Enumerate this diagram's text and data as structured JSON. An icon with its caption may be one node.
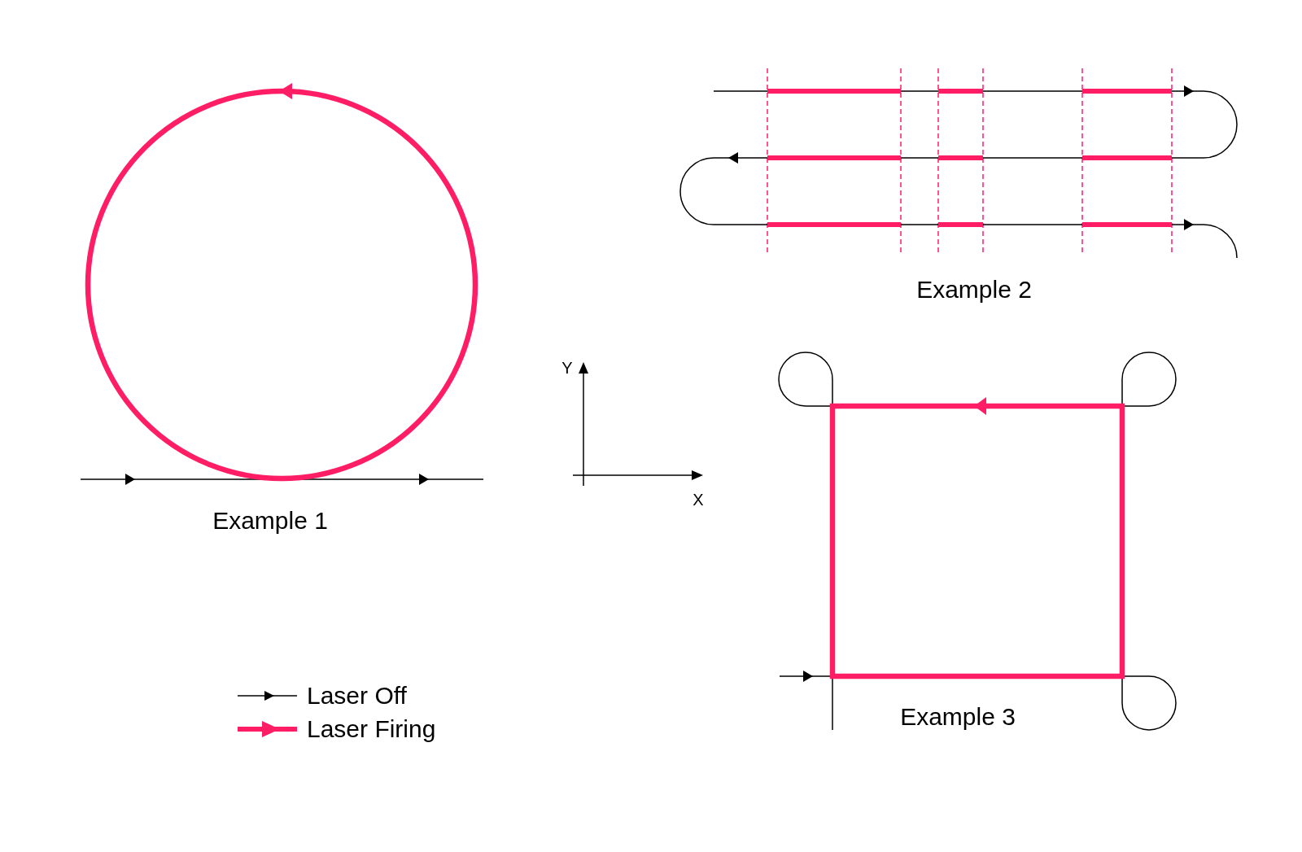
{
  "diagram": {
    "labels": [
      "Example 1",
      "Example 2",
      "Y",
      "X",
      "Example 3"
    ],
    "legend": [
      {
        "text": "Laser Off"
      },
      {
        "text": "Laser Firing"
      }
    ]
  }
}
